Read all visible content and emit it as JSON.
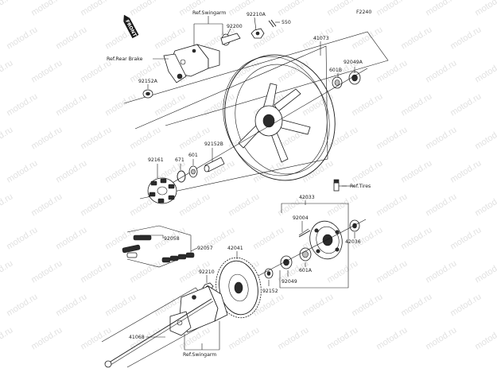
{
  "diagram": {
    "figure_code": "F2240",
    "front_badge": "FRONT",
    "watermark_text": "motod.ru",
    "labels": {
      "ref_swingarm_top": "Ref.Swingarm",
      "ref_rear_brake": "Ref.Rear Brake",
      "ref_tires": "Ref.Tires",
      "ref_swingarm_bottom": "Ref.Swingarm",
      "p92210a": "92210A",
      "p550": "550",
      "p92200": "92200",
      "p41073": "41073",
      "p92049a": "92049A",
      "p601b": "601B",
      "p92152a": "92152A",
      "p92152b": "92152B",
      "p601": "601",
      "p671": "671",
      "p92161": "92161",
      "p42033": "42033",
      "p92004": "92004",
      "p42036": "42036",
      "p92058": "92058",
      "p92057": "92057",
      "p42041": "42041",
      "p92210": "92210",
      "p601a": "601A",
      "p92049": "92049",
      "p92152": "92152",
      "p41068": "41068"
    }
  }
}
